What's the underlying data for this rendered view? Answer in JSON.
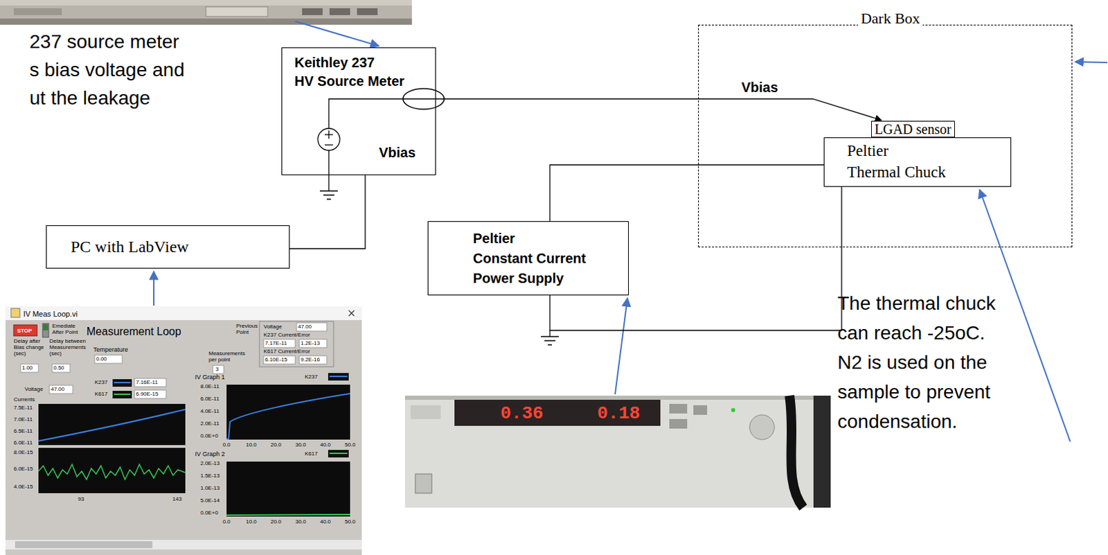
{
  "diagram": {
    "nodes": [
      {
        "text": [
          "Keithley 237 HV Source Meter",
          "Vbias"
        ]
      },
      {
        "text": [
          "Dark Box"
        ]
      },
      {
        "text": [
          "LGAD sensor"
        ],
        "in": 1
      },
      {
        "text": [
          "Peltier Thermal Chuck"
        ],
        "in": 1
      },
      {
        "text": [
          "PC with LabView"
        ]
      },
      {
        "text": [
          "Peltier Constant Current Power Supply"
        ]
      }
    ],
    "edges": [
      {
        "from": 0,
        "to": 2,
        "arrow": "to",
        "label": "Vbias"
      },
      {
        "from": 0,
        "to": 4,
        "arrow": "none"
      },
      {
        "from": 5,
        "to": 3,
        "arrow": "none"
      },
      {
        "from": 5,
        "to": 3,
        "arrow": "none"
      }
    ],
    "labels": [
      "237 source meter s bias voltage and ut the leakage",
      "The thermal chuck can reach -25oC. N2 is used on the sample to prevent condensation.",
      "0.36",
      "0.18",
      "IV Meas Loop.vi",
      "STOP",
      "Emediate After Point",
      "Measurement Loop",
      "Delay after Bias change (sec)",
      "Delay between Measurements (sec)",
      "Temperature",
      "1.00",
      "0.50",
      "0.00",
      "Previous Point",
      "Voltage",
      "47.00",
      "K237 Current/Error",
      "7.17E-11",
      "1.2E-13",
      "K617 Current/Error",
      "6.10E-15",
      "9.2E-16",
      "Measurements per point",
      "3",
      "Voltage",
      "47.00",
      "K237",
      "7.16E-11",
      "K617",
      "6.90E-15",
      "Currents",
      "7.5E-11",
      "7.0E-11",
      "6.5E-11",
      "6.0E-11",
      "8.0E-15",
      "6.0E-15",
      "4.0E-15",
      "93",
      "143",
      "IV Graph 1",
      "K237",
      "8.0E-11",
      "6.0E-11",
      "4.0E-11",
      "2.0E-11",
      "0.0E+0",
      "0.0",
      "10.0",
      "20.0",
      "30.0",
      "40.0",
      "50.0",
      "IV Graph 2",
      "K617",
      "2.0E-13",
      "1.5E-13",
      "1.0E-13",
      "5.0E-14",
      "0.0E+0",
      "0.0",
      "10.0",
      "20.0",
      "30.0",
      "40.0",
      "50.0"
    ]
  }
}
